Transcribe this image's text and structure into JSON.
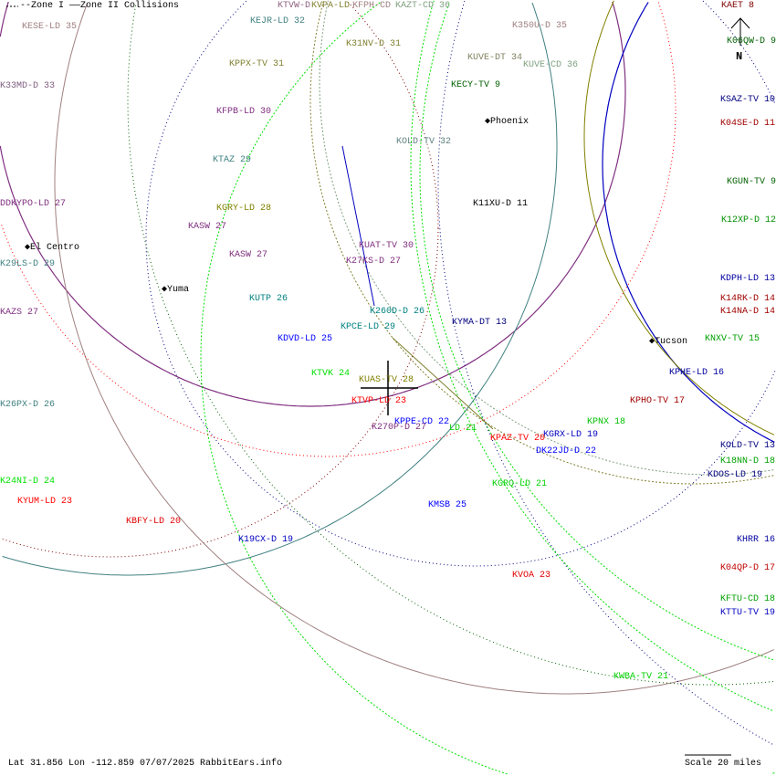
{
  "legend": {
    "zone1": "--Zone I",
    "zone2": "——Zone II Collisions"
  },
  "north_label": "N",
  "cities": [
    "Phoenix",
    "Tucson",
    "El Centro",
    "Yuma"
  ],
  "stations": [
    {
      "label": "KESE-LD 35",
      "color": "#a08080"
    },
    {
      "label": "KTVW-D",
      "color": "#906080"
    },
    {
      "label": "KVPA-LD",
      "color": "#808030"
    },
    {
      "label": "KFPH-CD",
      "color": "#a08080"
    },
    {
      "label": "KAZT-CD 36",
      "color": "#80a080"
    },
    {
      "label": "KEJR-LD 32",
      "color": "#408080"
    },
    {
      "label": "K31NV-D 31",
      "color": "#808030"
    },
    {
      "label": "K350U-D 35",
      "color": "#a08080"
    },
    {
      "label": "KUVE-DT 34",
      "color": "#808060"
    },
    {
      "label": "KUVE-CD 36",
      "color": "#80a080"
    },
    {
      "label": "KECY-TV 9",
      "color": "#006000"
    },
    {
      "label": "KOLD-TV 32",
      "color": "#608080"
    },
    {
      "label": "K11XU-D 11",
      "color": "#000000"
    },
    {
      "label": "KPPX-TV 31",
      "color": "#808030"
    },
    {
      "label": "K33MD-D 33",
      "color": "#806080"
    },
    {
      "label": "KFPB-LD 30",
      "color": "#803080"
    },
    {
      "label": "KTAZ 29",
      "color": "#408080"
    },
    {
      "label": "KGRY-LD 28",
      "color": "#808000"
    },
    {
      "label": "DDKYPO-LD 27",
      "color": "#803080"
    },
    {
      "label": "KASW 27",
      "color": "#803080"
    },
    {
      "label": "KASW 27",
      "color": "#803080"
    },
    {
      "label": "K29LS-D 29",
      "color": "#408080"
    },
    {
      "label": "KUTP 26",
      "color": "#008080"
    },
    {
      "label": "KAZS 27",
      "color": "#803080"
    },
    {
      "label": "KUAT-TV 30",
      "color": "#803080"
    },
    {
      "label": "K27KS-D 27",
      "color": "#803080"
    },
    {
      "label": "K260D-D 26",
      "color": "#008080"
    },
    {
      "label": "KPCE-LD 29",
      "color": "#008080"
    },
    {
      "label": "KYMA-DT 13",
      "color": "#000080"
    },
    {
      "label": "KDVD-LD 25",
      "color": "#0000ff"
    },
    {
      "label": "KTVK 24",
      "color": "#00e000"
    },
    {
      "label": "KUAS-TV 28",
      "color": "#808000"
    },
    {
      "label": "KTVP-LD 23",
      "color": "#ff0000"
    },
    {
      "label": "KPPE-CD 22",
      "color": "#0000ff"
    },
    {
      "label": "LD 21",
      "color": "#00d000"
    },
    {
      "label": "K270P-D 27",
      "color": "#803080"
    },
    {
      "label": "KGRX-LD 19",
      "color": "#0000c0"
    },
    {
      "label": "KPAZ-TV 20",
      "color": "#ff0000"
    },
    {
      "label": "DK22JD-D 22",
      "color": "#0000ff"
    },
    {
      "label": "KGRQ-LD 21",
      "color": "#00d000"
    },
    {
      "label": "KMSB 25",
      "color": "#0000ff"
    },
    {
      "label": "KPNX 18",
      "color": "#00c000"
    },
    {
      "label": "K26PX-D 26",
      "color": "#408080"
    },
    {
      "label": "K24NI-D 24",
      "color": "#00e000"
    },
    {
      "label": "KYUM-LD 23",
      "color": "#ff0000"
    },
    {
      "label": "KBFY-LD 20",
      "color": "#e00000"
    },
    {
      "label": "K19CX-D 19",
      "color": "#0000c0"
    },
    {
      "label": "KVOA 23",
      "color": "#e00000"
    },
    {
      "label": "KWBA-TV 21",
      "color": "#00d000"
    },
    {
      "label": "KAET 8",
      "color": "#800000"
    },
    {
      "label": "K06QW-D 9",
      "color": "#006000"
    },
    {
      "label": "KSAZ-TV 10",
      "color": "#000080"
    },
    {
      "label": "K04SE-D 11",
      "color": "#a00000"
    },
    {
      "label": "KGUN-TV 9",
      "color": "#006000"
    },
    {
      "label": "K12XP-D 12",
      "color": "#009000"
    },
    {
      "label": "KDPH-LD 13",
      "color": "#0000a0"
    },
    {
      "label": "K14RK-D 14",
      "color": "#a00000"
    },
    {
      "label": "K14NA-D 14",
      "color": "#a00000"
    },
    {
      "label": "KNXV-TV 15",
      "color": "#00a000"
    },
    {
      "label": "KPHE-LD 16",
      "color": "#0000a0"
    },
    {
      "label": "KPHO-TV 17",
      "color": "#a00000"
    },
    {
      "label": "KOLD-TV 13",
      "color": "#000080"
    },
    {
      "label": "K18NN-D 18",
      "color": "#00a000"
    },
    {
      "label": "KDOS-LD 19",
      "color": "#000080"
    },
    {
      "label": "KHRR 16",
      "color": "#0000a0"
    },
    {
      "label": "K04QP-D 17",
      "color": "#c00000"
    },
    {
      "label": "KFTU-CD 18",
      "color": "#00a000"
    },
    {
      "label": "KTTU-TV 19",
      "color": "#0000c0"
    }
  ],
  "footer": {
    "location": "Lat 31.856 Lon -112.859 07/07/2025 RabbitEars.info",
    "scale": "Scale 20 miles"
  }
}
